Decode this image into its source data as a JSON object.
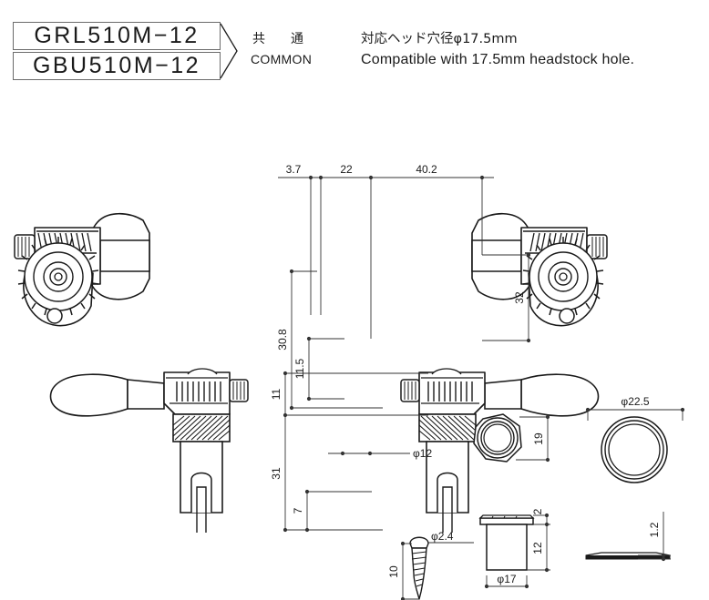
{
  "header": {
    "model_1": "GRL510M−12",
    "model_2": "GBU510M−12",
    "common_jp": "共　通",
    "common_en": "COMMON",
    "spec_jp": "対応ヘッド穴径φ17.5mm",
    "spec_en": "Compatible with 17.5mm headstock hole."
  },
  "drawing": {
    "title": "Bass machine head dimensional drawing",
    "line_color": "#1a1a1a",
    "dim_color": "#333333",
    "dimensions": {
      "top_a": "3.7",
      "top_b": "22",
      "top_c": "40.2",
      "left_v_outer": "30.8",
      "left_v_inner": "11.5",
      "right_v": "32",
      "side_top": "11",
      "side_total": "31",
      "side_slot": "7",
      "post_dia": "φ12",
      "bush_hex_height": "19",
      "washer_dia": "φ22.5",
      "bush_flange": "2",
      "bush_body": "12",
      "bush_dia": "φ17",
      "washer_thk": "1.2",
      "screw_len": "10",
      "screw_dia": "φ2.4"
    },
    "parts": {
      "tuner_left_top": "tuner-rear-view-left",
      "tuner_right_top": "tuner-rear-view-right",
      "tuner_left_side": "tuner-side-view-left",
      "tuner_right_side": "tuner-side-view-right",
      "bushing_top": "bushing-top-view",
      "bushing_side": "bushing-side-view",
      "washer_top": "washer-top-view",
      "washer_side": "washer-side-view",
      "screw": "mounting-screw"
    }
  }
}
